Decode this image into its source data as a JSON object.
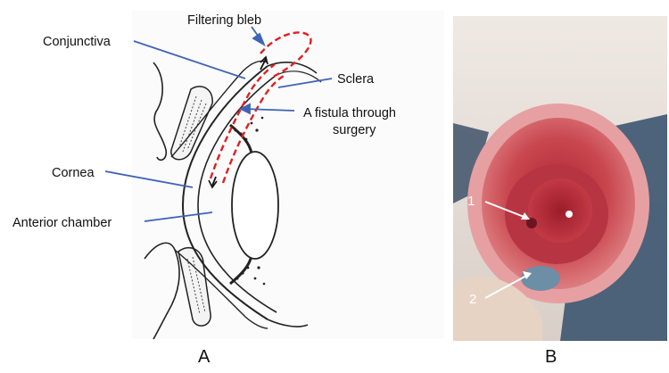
{
  "panel_a": {
    "labels": {
      "filtering_bleb": "Filtering bleb",
      "conjunctiva": "Conjunctiva",
      "sclera": "Sclera",
      "fistula_line1": "A fistula through",
      "fistula_line2": "surgery",
      "cornea": "Cornea",
      "anterior_chamber": "Anterior chamber"
    },
    "caption": "A",
    "colors": {
      "leader_line": "#3f63b5",
      "dashed_outline": "#e02020",
      "drawing": "#222222"
    }
  },
  "panel_b": {
    "markers": {
      "m1": "1",
      "m2": "2"
    },
    "caption": "B",
    "colors": {
      "eye_red": "#c0303a",
      "fur": "#e9e2dc",
      "backdrop": "#3b5570"
    }
  }
}
